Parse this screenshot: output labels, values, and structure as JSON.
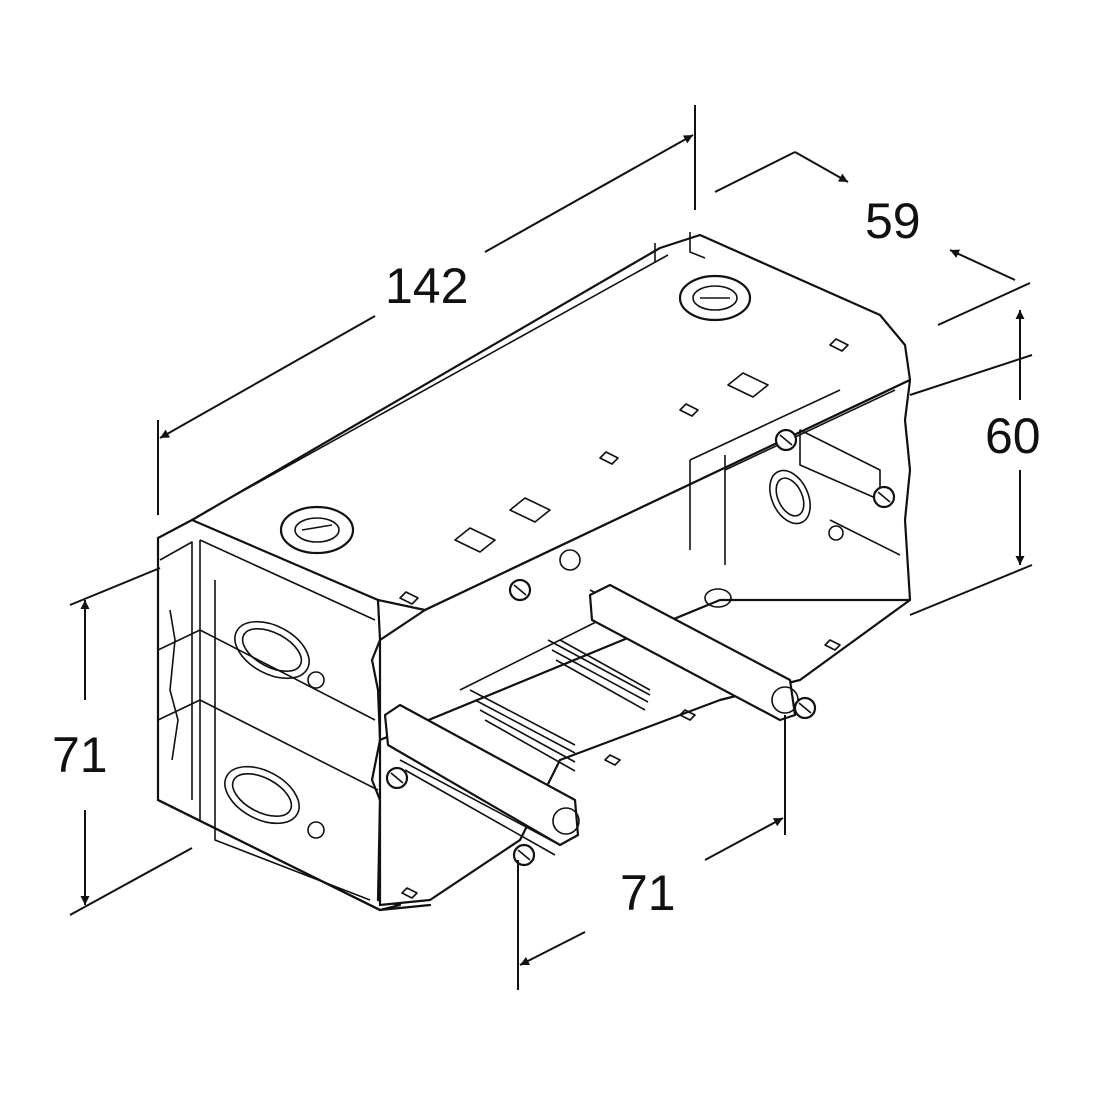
{
  "dimensions": {
    "length": "142",
    "depth": "59",
    "height_inner": "60",
    "height_outer": "71",
    "width_base": "71"
  },
  "colors": {
    "line": "#111111",
    "background": "#ffffff"
  }
}
